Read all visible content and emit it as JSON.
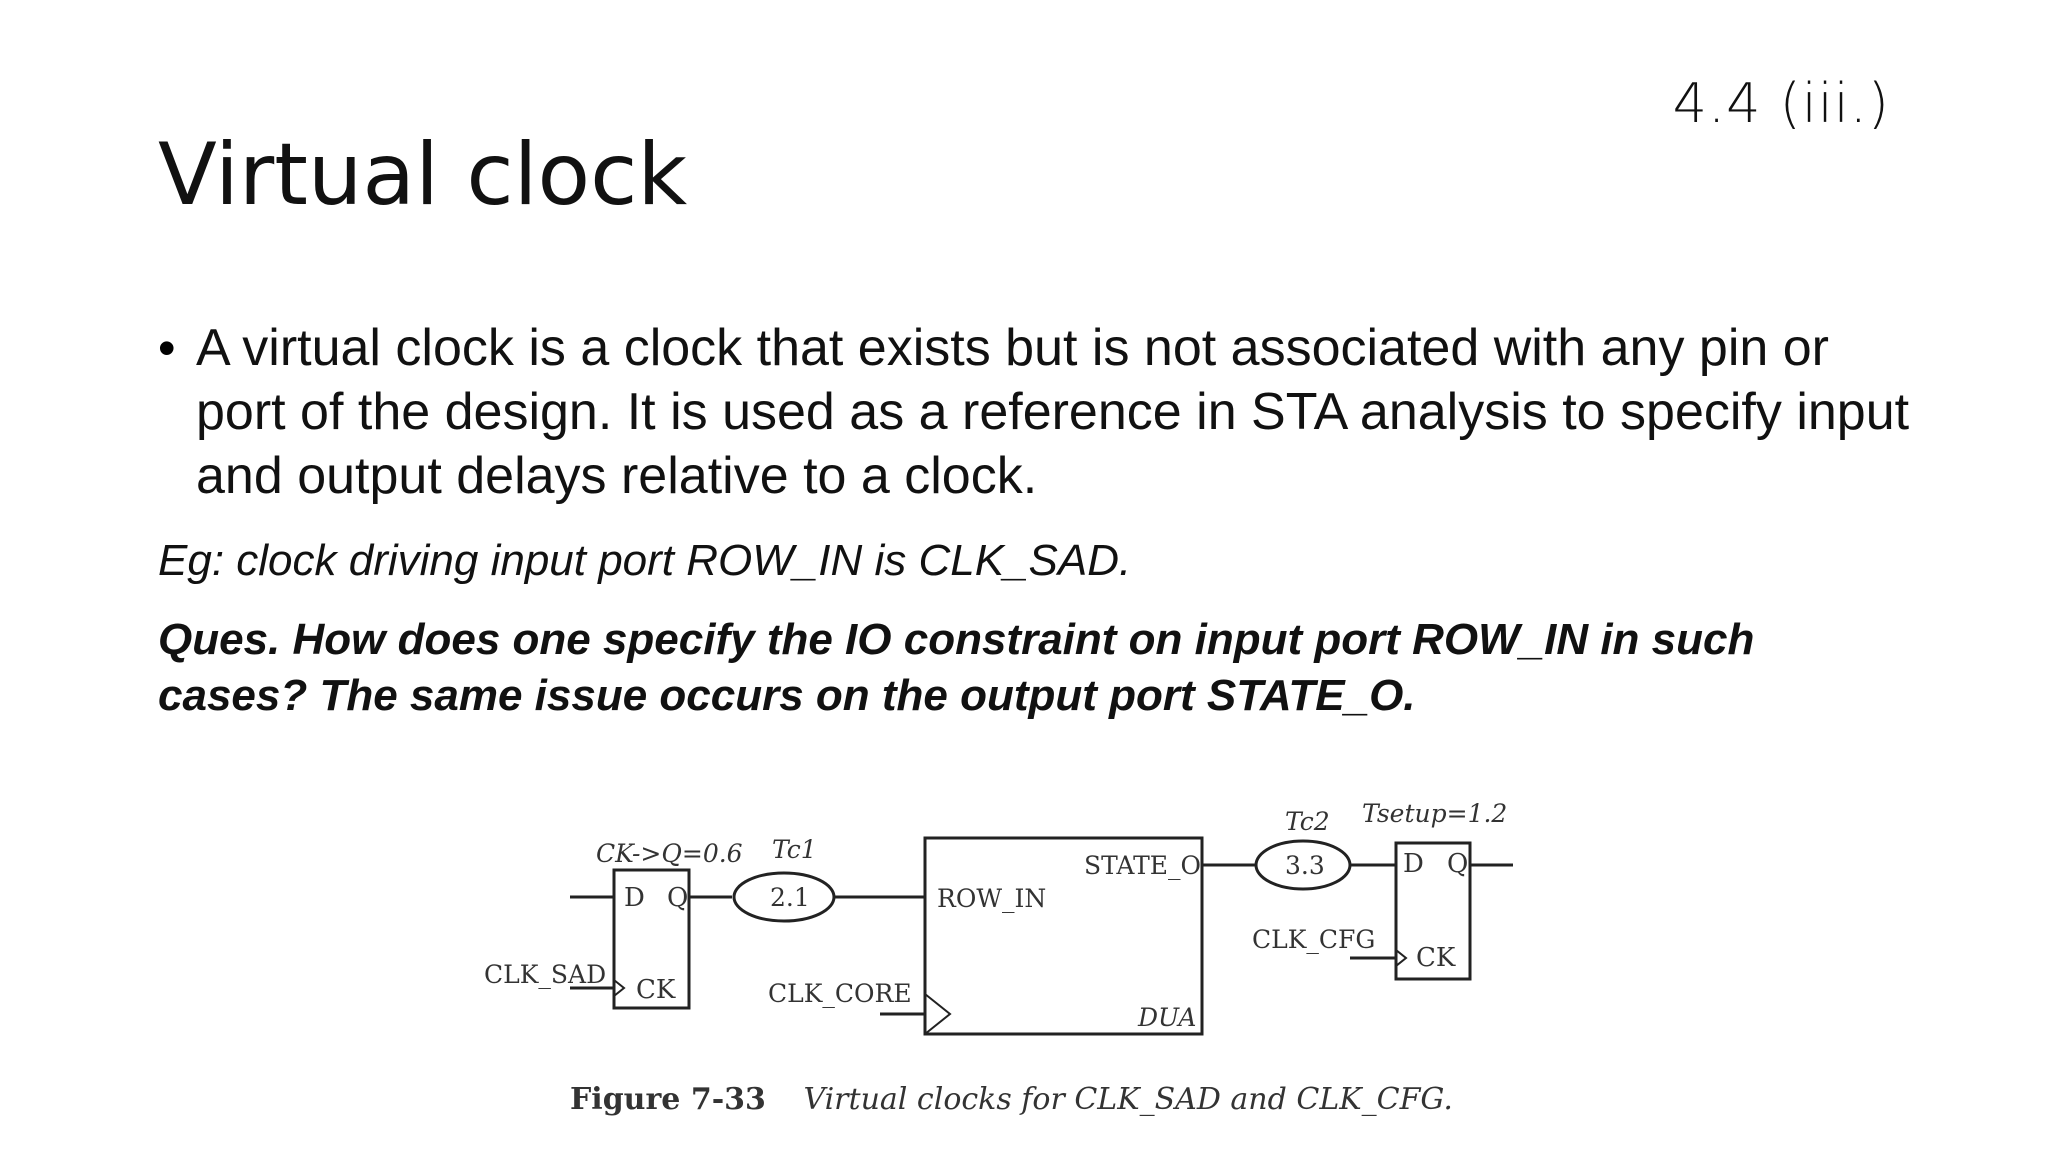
{
  "slide": {
    "number": "4.4 (iii.)",
    "title": "Virtual clock",
    "bullet": "A virtual clock is a clock that exists but is not associated with any pin or port of the design. It is used as a reference in STA analysis to specify input and output delays relative to a clock.",
    "example": "Eg: clock driving input port ROW_IN is CLK_SAD.",
    "question": "Ques. How does one specify the IO constraint on input port ROW_IN in such cases? The same issue occurs on the output port STATE_O."
  },
  "figure": {
    "ckq_label": "CK->Q=0.6",
    "ff1_d": "D",
    "ff1_q": "Q",
    "ff1_ck": "CK",
    "clk_sad": "CLK_SAD",
    "tc1_label": "Tc1",
    "tc1_value": "2.1",
    "clk_core": "CLK_CORE",
    "row_in": "ROW_IN",
    "state_o": "STATE_O",
    "dua": "DUA",
    "tc2_label": "Tc2",
    "tc2_value": "3.3",
    "tsetup_label": "Tsetup=1.2",
    "ff2_d": "D",
    "ff2_q": "Q",
    "ff2_ck": "CK",
    "clk_cfg": "CLK_CFG",
    "caption_number": "Figure 7-33",
    "caption_text": "Virtual clocks for CLK_SAD and CLK_CFG."
  }
}
